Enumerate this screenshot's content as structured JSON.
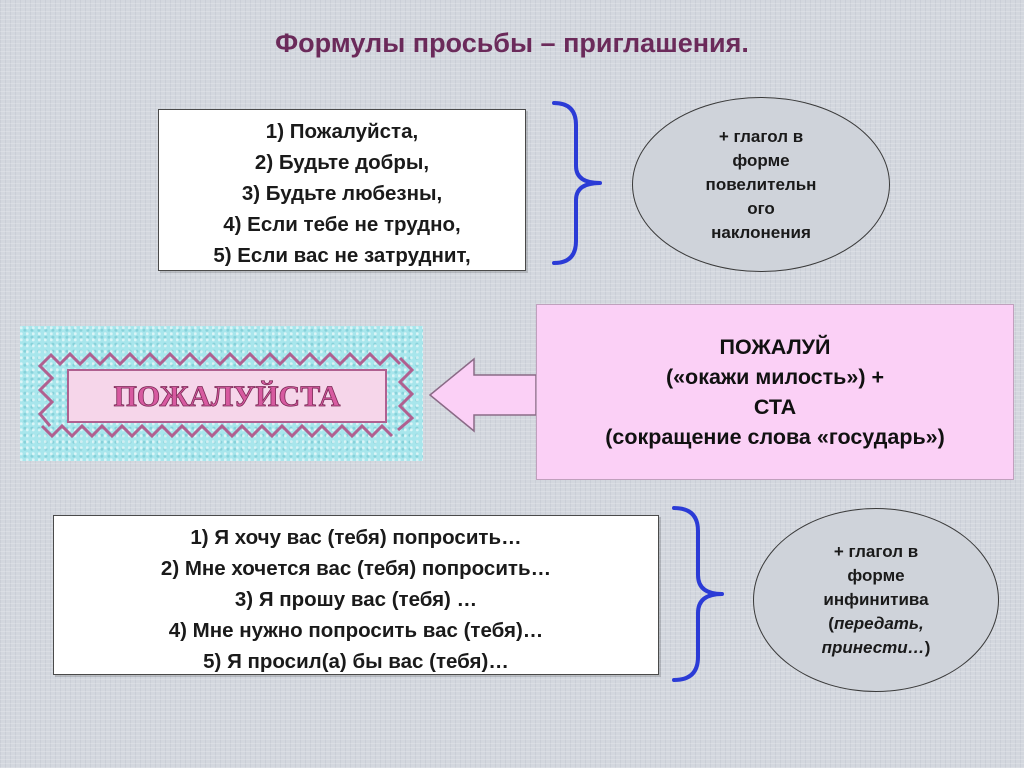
{
  "title": "Формулы просьбы – приглашения.",
  "box1": {
    "lines": [
      "1) Пожалуйста,",
      "2) Будьте добры,",
      "3) Будьте любезны,",
      "4) Если тебе не трудно,",
      "5) Если вас не затруднит,"
    ]
  },
  "ellipse1": {
    "lines": [
      "+ глагол в",
      "форме",
      "повелительн",
      "ого",
      "наклонения"
    ]
  },
  "banner": {
    "text": "ПОЖАЛУЙСТА"
  },
  "etymology": {
    "lines": [
      "ПОЖАЛУЙ",
      "(«окажи милость») +",
      "СТА",
      "(сокращение слова «государь»)"
    ]
  },
  "box2": {
    "lines": [
      "1) Я хочу вас (тебя) попросить…",
      "2) Мне хочется вас (тебя) попросить…",
      "3) Я прошу вас (тебя) …",
      "4) Мне нужно попросить вас (тебя)…",
      "5) Я просил(а) бы вас (тебя)…"
    ]
  },
  "ellipse2": {
    "line1": "+ глагол в",
    "line2": "форме",
    "line3": "инфинитива",
    "line4_open": "(",
    "line4_italic": "передать,",
    "line5_italic": "принести…",
    "line5_close": ")"
  },
  "colors": {
    "title": "#6b2a5a",
    "brace": "#2b3bd6",
    "pink_box": "#fbd0f6",
    "banner_bg": "#a8e6ec",
    "banner_text": "#d75aa0"
  }
}
